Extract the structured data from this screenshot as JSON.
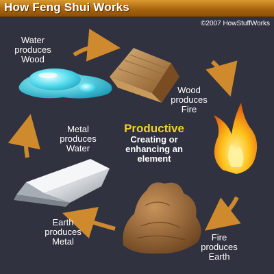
{
  "header": {
    "title": "How Feng Shui Works",
    "copyright": "©2007 HowStuffWorks"
  },
  "center": {
    "title": "Productive",
    "subtitle": "Creating or\nenhancing an\nelement"
  },
  "cycle": [
    {
      "label": "Water\nproduces\nWood",
      "element": "water"
    },
    {
      "label": "Wood\nproduces\nFire",
      "element": "wood"
    },
    {
      "label": "Fire\nproduces\nEarth",
      "element": "fire"
    },
    {
      "label": "Earth\nproduces\nMetal",
      "element": "earth"
    },
    {
      "label": "Metal\nproduces\nWater",
      "element": "metal"
    }
  ],
  "colors": {
    "background": "#31323f",
    "header": "#a9650e",
    "arrow": "#d08a2e",
    "accent_title": "#f2d22a"
  }
}
